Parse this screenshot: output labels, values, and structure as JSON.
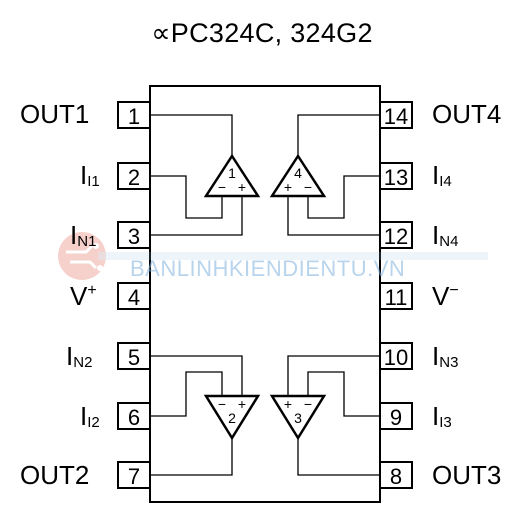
{
  "title": "∝PC324C, 324G2",
  "pins": [
    {
      "num": "1",
      "side": "left",
      "main": "OUT1",
      "sub": "",
      "sup": ""
    },
    {
      "num": "2",
      "side": "left",
      "main": "I",
      "sub": "I1",
      "sup": ""
    },
    {
      "num": "3",
      "side": "left",
      "main": "I",
      "sub": "N1",
      "sup": ""
    },
    {
      "num": "4",
      "side": "left",
      "main": "V",
      "sub": "",
      "sup": "+"
    },
    {
      "num": "5",
      "side": "left",
      "main": "I",
      "sub": "N2",
      "sup": ""
    },
    {
      "num": "6",
      "side": "left",
      "main": "I",
      "sub": "I2",
      "sup": ""
    },
    {
      "num": "7",
      "side": "left",
      "main": "OUT2",
      "sub": "",
      "sup": ""
    },
    {
      "num": "8",
      "side": "right",
      "main": "OUT3",
      "sub": "",
      "sup": ""
    },
    {
      "num": "9",
      "side": "right",
      "main": "I",
      "sub": "I3",
      "sup": ""
    },
    {
      "num": "10",
      "side": "right",
      "main": "I",
      "sub": "N3",
      "sup": ""
    },
    {
      "num": "11",
      "side": "right",
      "main": "V",
      "sub": "",
      "sup": "−"
    },
    {
      "num": "12",
      "side": "right",
      "main": "I",
      "sub": "N4",
      "sup": ""
    },
    {
      "num": "13",
      "side": "right",
      "main": "I",
      "sub": "I4",
      "sup": ""
    },
    {
      "num": "14",
      "side": "right",
      "main": "OUT4",
      "sub": "",
      "sup": ""
    }
  ],
  "amplifiers": [
    {
      "num": "1",
      "minus": "−",
      "plus": "+"
    },
    {
      "num": "2",
      "minus": "−",
      "plus": "+"
    },
    {
      "num": "3",
      "minus": "−",
      "plus": "+"
    },
    {
      "num": "4",
      "minus": "−",
      "plus": "+"
    }
  ],
  "watermark": {
    "text": "BANLINHKIENDIENTU.VN"
  }
}
